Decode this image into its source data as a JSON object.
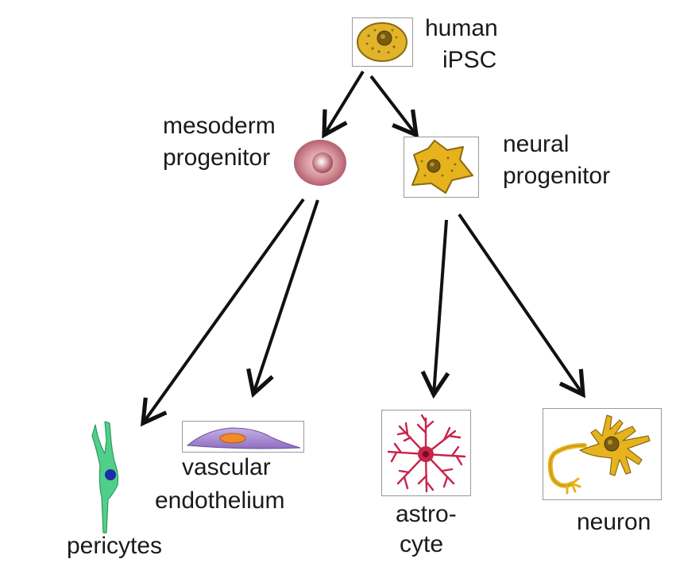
{
  "nodes": {
    "ipsc": {
      "line1": "human",
      "line2": "iPSC"
    },
    "mesoderm": {
      "line1": "mesoderm",
      "line2": "progenitor"
    },
    "neural": {
      "line1": "neural",
      "line2": "progenitor"
    },
    "pericytes": {
      "line1": "pericytes"
    },
    "vascular": {
      "line1": "vascular",
      "line2": "endothelium"
    },
    "astrocyte": {
      "line1": "astro-",
      "line2": "cyte"
    },
    "neuron": {
      "line1": "neuron"
    }
  },
  "edges": [
    {
      "from": "human iPSC",
      "to": "mesoderm progenitor"
    },
    {
      "from": "human iPSC",
      "to": "neural progenitor"
    },
    {
      "from": "mesoderm progenitor",
      "to": "pericytes"
    },
    {
      "from": "mesoderm progenitor",
      "to": "vascular endothelium"
    },
    {
      "from": "neural progenitor",
      "to": "astrocyte"
    },
    {
      "from": "neural progenitor",
      "to": "neuron"
    }
  ],
  "colors": {
    "arrow": "#111111",
    "stem_cell": "#e2b42a",
    "mesoderm_cell": "#c97b86",
    "pericyte": "#4fcf8a",
    "pericyte_nucleus": "#1f2ca8",
    "endothelial": "#a98ad0",
    "endothelial_nucleus": "#f08a2a",
    "astrocyte": "#c8244a",
    "neuron": "#e6b21e"
  }
}
